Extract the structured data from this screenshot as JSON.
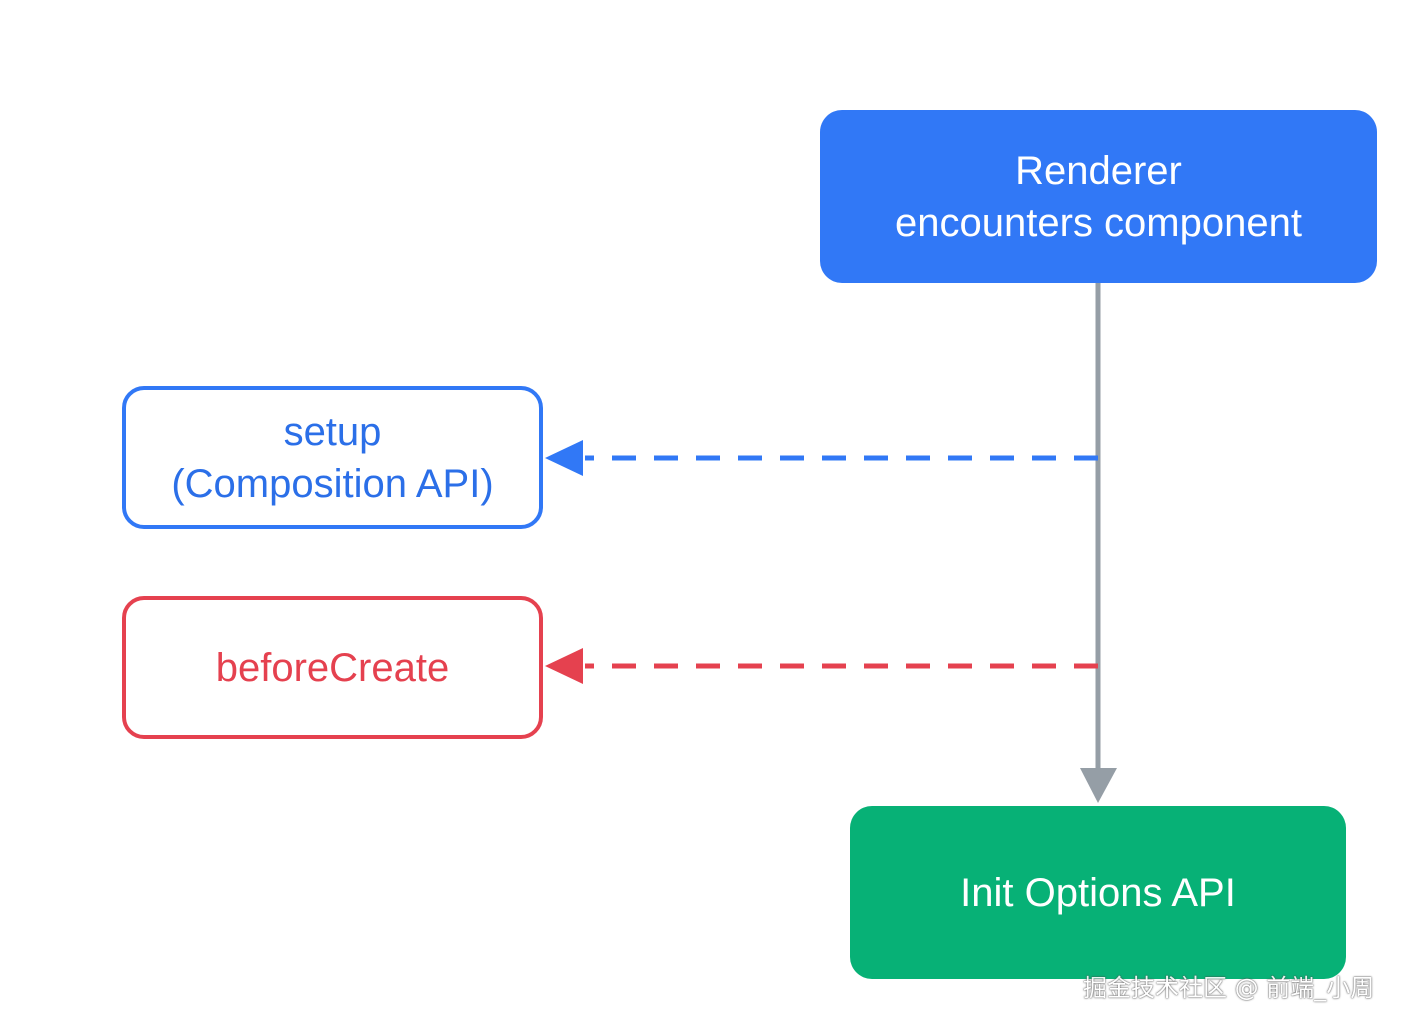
{
  "nodes": {
    "renderer": {
      "line1": "Renderer",
      "line2": "encounters component"
    },
    "setup": {
      "line1": "setup",
      "line2": "(Composition API)"
    },
    "before_create": {
      "label": "beforeCreate"
    },
    "init_options": {
      "label": "Init Options API"
    }
  },
  "watermark": "掘金技术社区 @ 前端_小周",
  "colors": {
    "blue": "#3178f6",
    "red": "#e5414f",
    "green": "#07b176",
    "gray_connector": "#959ea6"
  },
  "icons": {
    "arrow_down": "arrow-down-icon",
    "arrow_left": "arrow-left-icon"
  }
}
